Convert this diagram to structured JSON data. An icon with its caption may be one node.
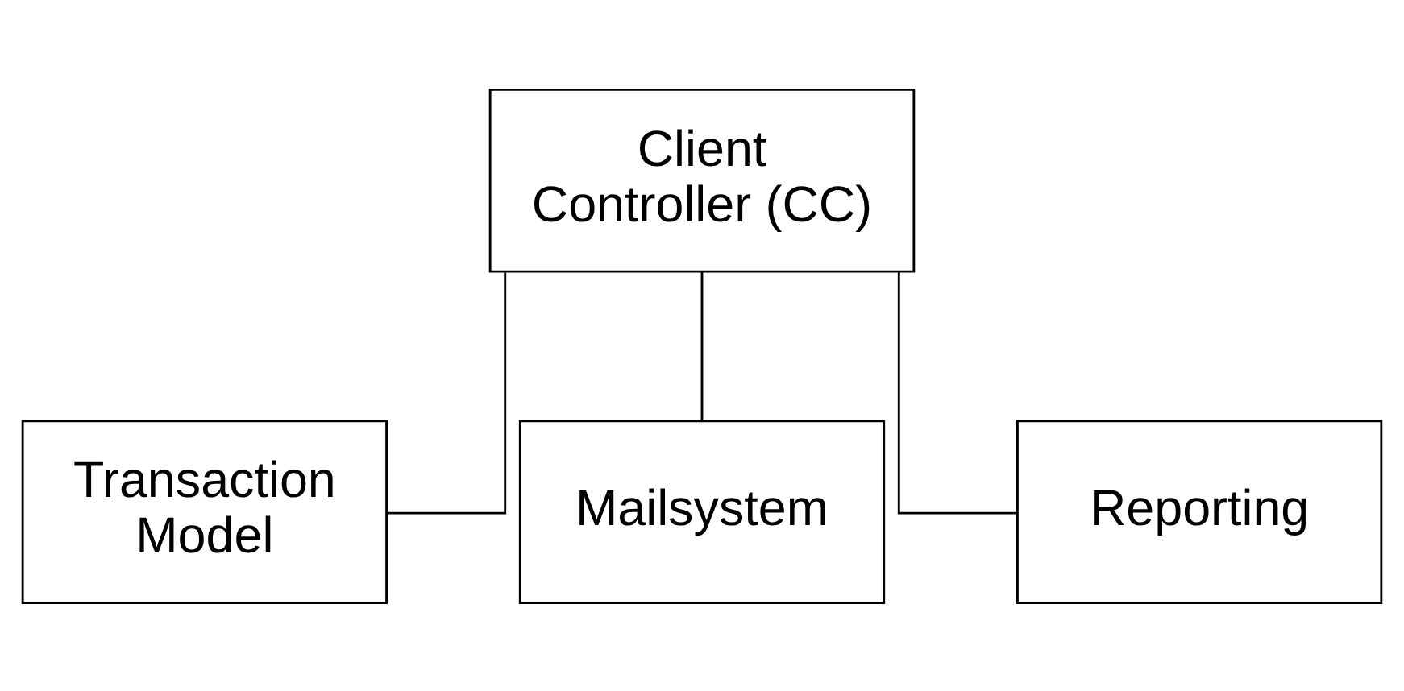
{
  "diagram": {
    "nodes": [
      {
        "text": [
          "Client Controller (CC)"
        ]
      },
      {
        "text": [
          "Transaction Model"
        ]
      },
      {
        "text": [
          "Mailsystem"
        ]
      },
      {
        "text": [
          "Reporting"
        ]
      }
    ],
    "edges": [
      {
        "from": 0,
        "to": 1,
        "arrow": "none"
      },
      {
        "from": 0,
        "to": 2,
        "arrow": "none"
      },
      {
        "from": 0,
        "to": 3,
        "arrow": "none"
      }
    ]
  }
}
